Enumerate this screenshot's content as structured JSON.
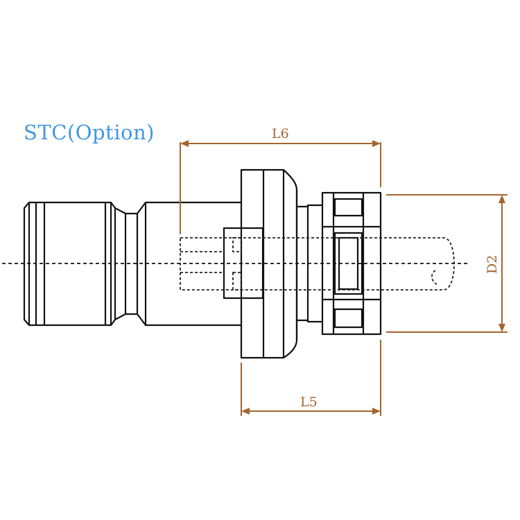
{
  "title": "STC(Option)",
  "dimensions": {
    "l6": "L6",
    "l5": "L5",
    "d2": "D2"
  },
  "colors": {
    "title": "#3f97e6",
    "dimension": "#a5652f",
    "outline": "#111111"
  }
}
